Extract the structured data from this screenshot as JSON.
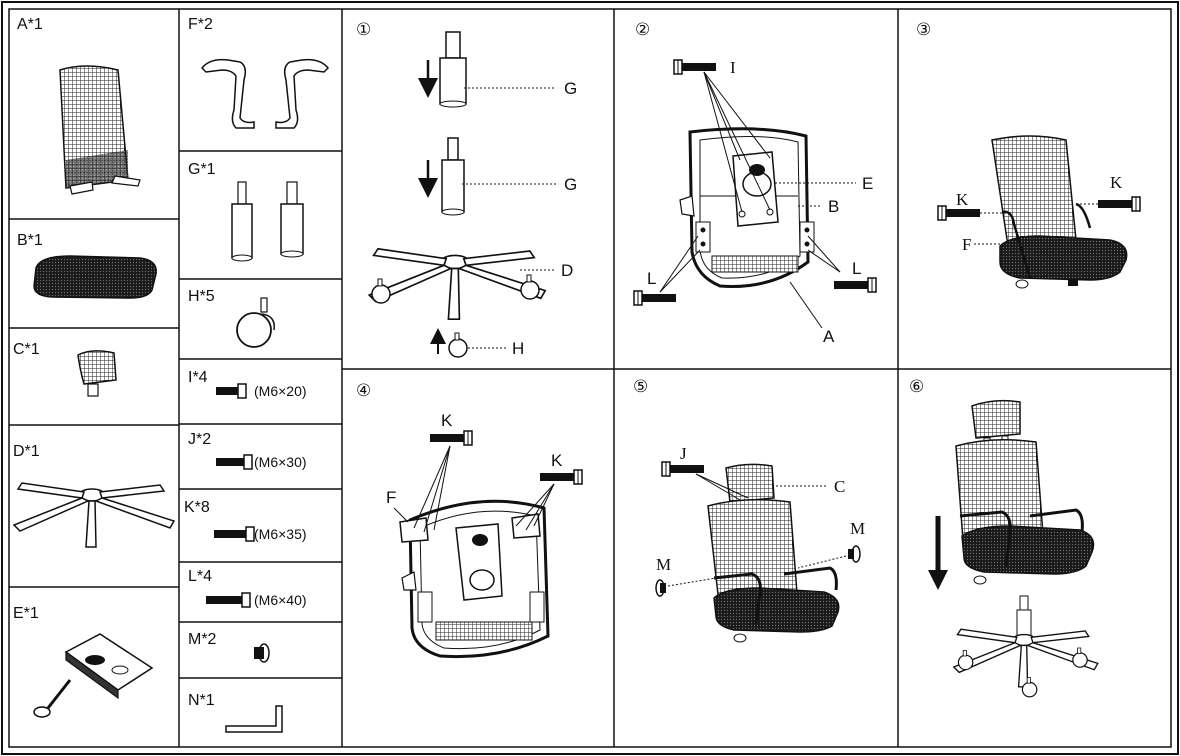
{
  "parts": [
    {
      "id": "A",
      "label": "A*1",
      "icon": "mesh-backrest-icon"
    },
    {
      "id": "B",
      "label": "B*1",
      "icon": "seat-cushion-icon"
    },
    {
      "id": "C",
      "label": "C*1",
      "icon": "headrest-icon"
    },
    {
      "id": "D",
      "label": "D*1",
      "icon": "five-star-base-icon"
    },
    {
      "id": "E",
      "label": "E*1",
      "icon": "tilt-mechanism-icon"
    },
    {
      "id": "F",
      "label": "F*2",
      "icon": "armrest-pair-icon"
    },
    {
      "id": "G",
      "label": "G*1",
      "icon": "gas-lift-icon"
    },
    {
      "id": "H",
      "label": "H*5",
      "icon": "caster-wheel-icon"
    },
    {
      "id": "I",
      "label": "I*4",
      "icon": "bolt-icon",
      "size": "(M6×20)"
    },
    {
      "id": "J",
      "label": "J*2",
      "icon": "bolt-icon",
      "size": "(M6×30)"
    },
    {
      "id": "K",
      "label": "K*8",
      "icon": "bolt-icon",
      "size": "(M6×35)"
    },
    {
      "id": "L",
      "label": "L*4",
      "icon": "bolt-icon",
      "size": "(M6×40)"
    },
    {
      "id": "M",
      "label": "M*2",
      "icon": "cap-icon"
    },
    {
      "id": "N",
      "label": "N*1",
      "icon": "allen-key-icon"
    }
  ],
  "steps": [
    {
      "number": "①",
      "callouts": [
        "G",
        "G",
        "D",
        "H"
      ]
    },
    {
      "number": "②",
      "callouts": [
        "I",
        "E",
        "B",
        "L",
        "L",
        "A"
      ]
    },
    {
      "number": "③",
      "callouts": [
        "K",
        "K",
        "F"
      ]
    },
    {
      "number": "④",
      "callouts": [
        "K",
        "K",
        "F"
      ]
    },
    {
      "number": "⑤",
      "callouts": [
        "J",
        "C",
        "M",
        "M"
      ]
    },
    {
      "number": "⑥",
      "callouts": []
    }
  ]
}
